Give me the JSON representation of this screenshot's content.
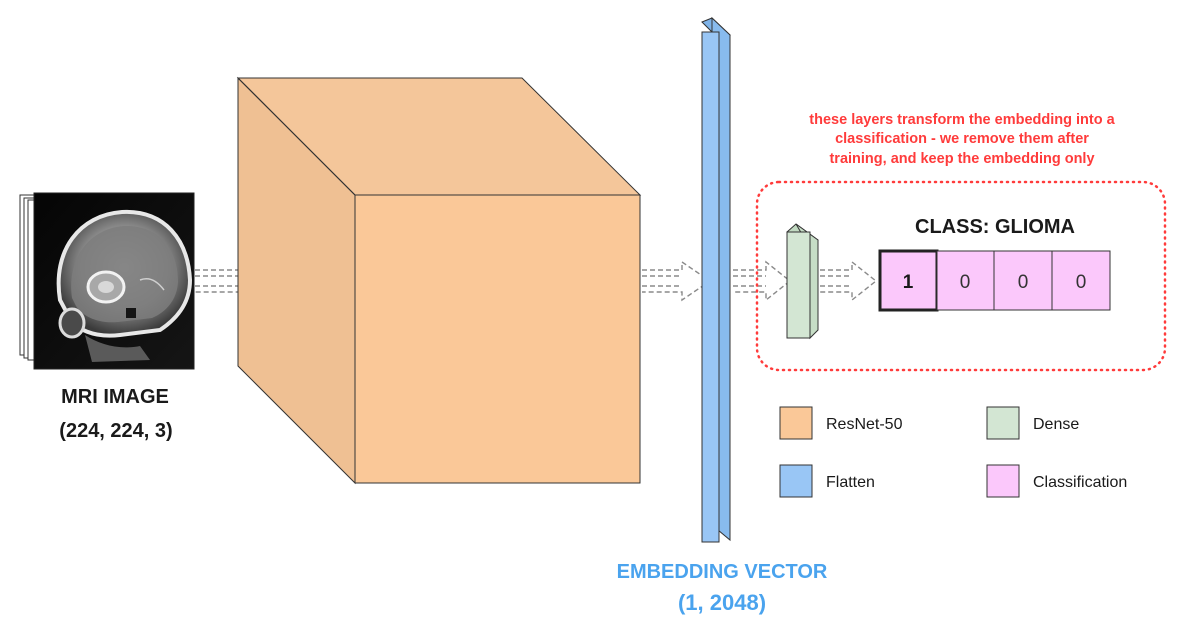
{
  "input": {
    "title": "MRI IMAGE",
    "shape": "(224, 224, 3)"
  },
  "embedding": {
    "title": "EMBEDDING VECTOR",
    "shape": "(1, 2048)"
  },
  "note": {
    "lines": [
      "these layers transform the embedding into a",
      "classification - we remove them after",
      "training, and keep the embedding only"
    ]
  },
  "classification": {
    "title": "CLASS: GLIOMA",
    "values": [
      "1",
      "0",
      "0",
      "0"
    ]
  },
  "legend": {
    "resnet": "ResNet-50",
    "dense": "Dense",
    "flatten": "Flatten",
    "classification": "Classification"
  },
  "colors": {
    "resnet_front": "#fac898",
    "resnet_side": "#efc093",
    "resnet_top": "#f4c69a",
    "flatten": "#99c6f5",
    "dense": "#d3e6d3",
    "classification": "#fbc8fb",
    "note_red": "#ff3b3b",
    "embedding_blue": "#4aa3ee"
  }
}
